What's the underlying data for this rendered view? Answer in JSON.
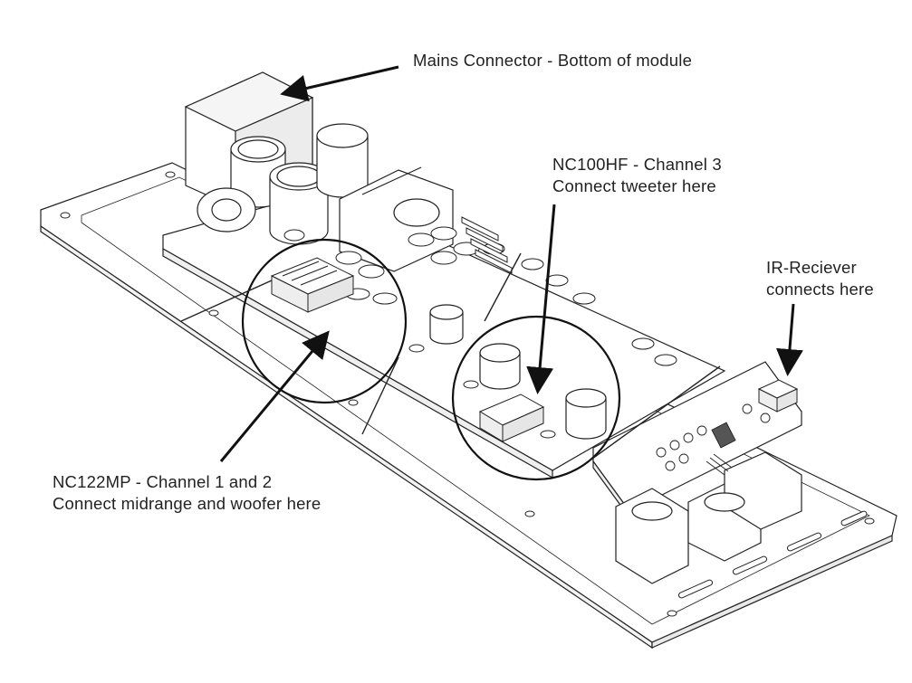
{
  "diagram": {
    "callouts": {
      "mains": {
        "line1": "Mains Connector - Bottom of module"
      },
      "nc100hf": {
        "line1": "NC100HF - Channel 3",
        "line2": "Connect tweeter here"
      },
      "ir": {
        "line1": "IR-Reciever",
        "line2": "connects here"
      },
      "nc122mp": {
        "line1": "NC122MP - Channel 1 and 2",
        "line2": "Connect midrange and woofer here"
      }
    },
    "colors": {
      "line": "#222222",
      "fill": "#ffffff",
      "shade": "#f2f2f2",
      "dark": "#555555"
    }
  }
}
